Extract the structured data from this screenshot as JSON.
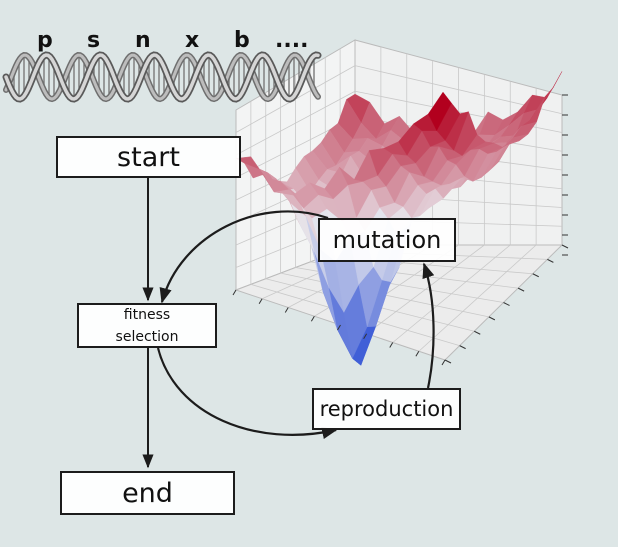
{
  "sequence": {
    "letters": [
      "p",
      "s",
      "n",
      "x",
      "b",
      "...."
    ]
  },
  "flowchart": {
    "start": "start",
    "fitness_line1": "fitness",
    "fitness_line2": "selection",
    "mutation": "mutation",
    "reproduction": "reproduction",
    "end": "end"
  },
  "colors": {
    "background": "#dde6e6",
    "surface_low": "#3b5bd6",
    "surface_mid": "#e8e8ee",
    "surface_high": "#b2001e",
    "outline": "#1c1c1c"
  }
}
